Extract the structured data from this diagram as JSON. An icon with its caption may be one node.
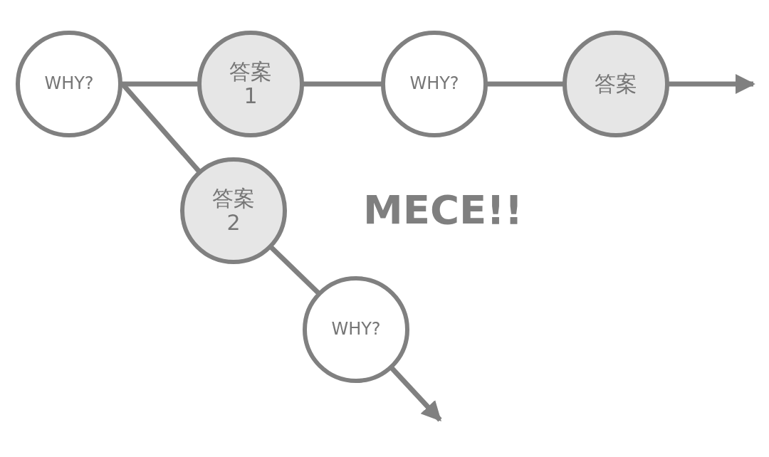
{
  "diagram": {
    "nodes": [
      {
        "text": [
          "WHY?"
        ]
      },
      {
        "text": [
          "答案 1"
        ]
      },
      {
        "text": [
          "WHY?"
        ]
      },
      {
        "text": [
          "答案"
        ]
      },
      {
        "text": [
          "答案 2"
        ]
      },
      {
        "text": [
          "WHY?"
        ]
      }
    ],
    "edges": [
      {
        "from": 0,
        "to": 1,
        "arrow": "none"
      },
      {
        "from": 1,
        "to": 2,
        "arrow": "none"
      },
      {
        "from": 2,
        "to": 3,
        "arrow": "none"
      },
      {
        "from": 3,
        "to": null,
        "arrow": "to"
      },
      {
        "from": 0,
        "to": 4,
        "arrow": "none"
      },
      {
        "from": 4,
        "to": 5,
        "arrow": "none"
      },
      {
        "from": 5,
        "to": null,
        "arrow": "to"
      }
    ],
    "labels": [
      "MECE!!"
    ]
  }
}
